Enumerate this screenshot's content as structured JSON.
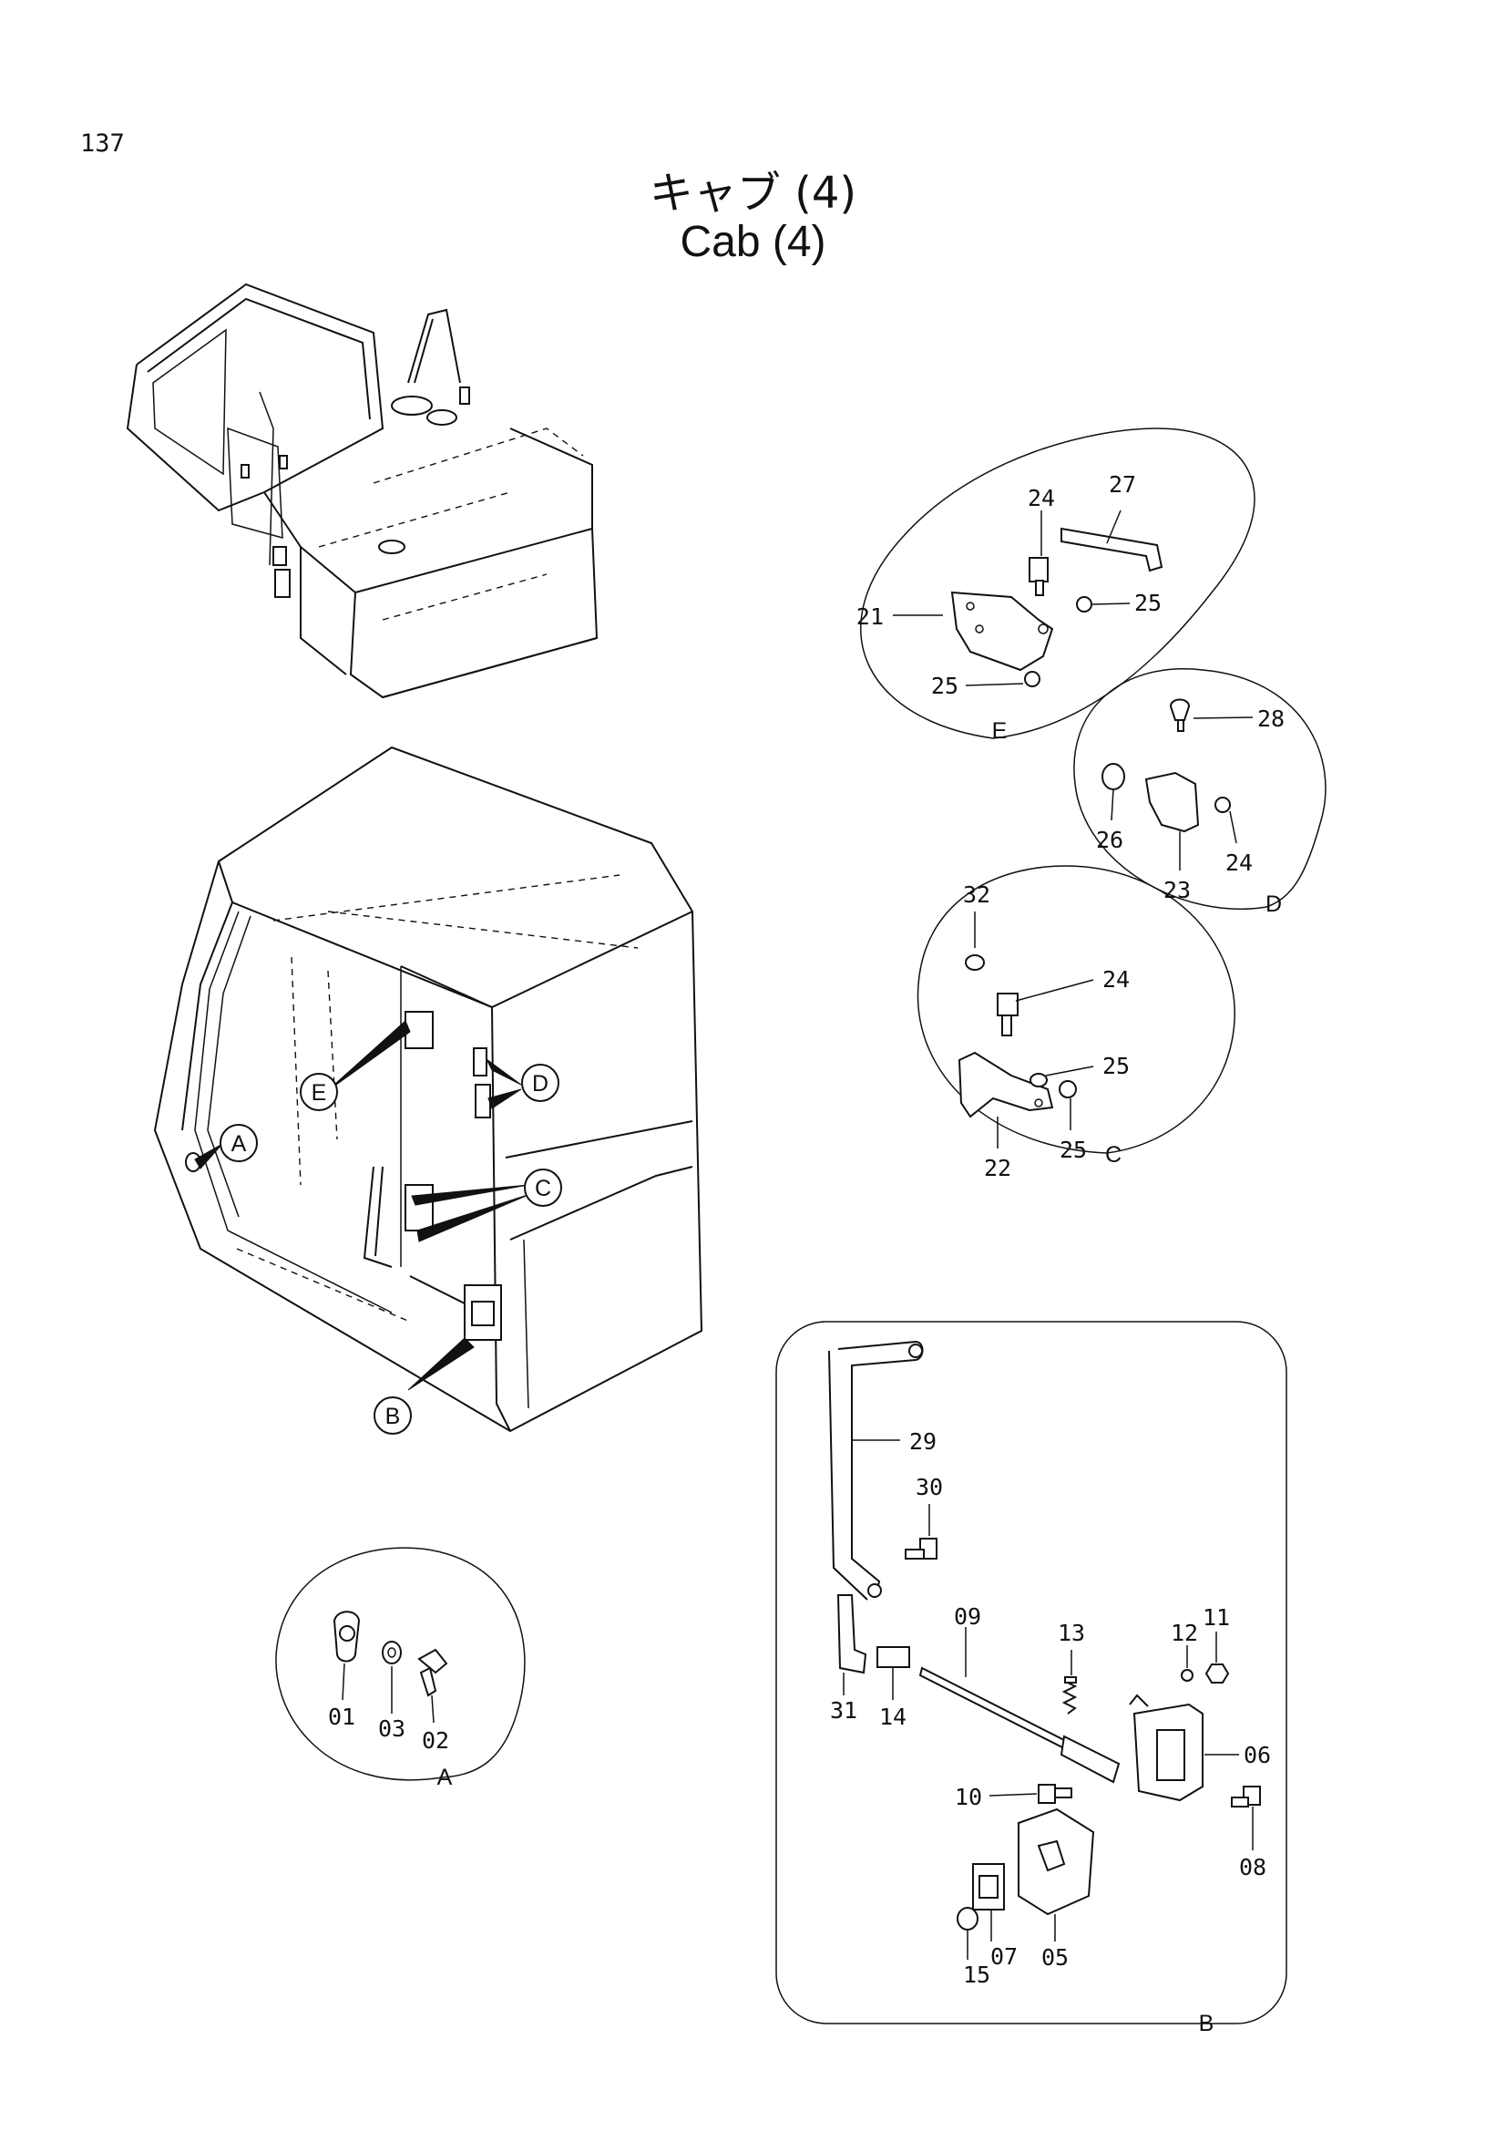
{
  "page_number": "137",
  "title_ja": "キャブ (4)",
  "title_en": "Cab (4)",
  "detail_views": {
    "A": {
      "label": "A",
      "parts": [
        "01",
        "03",
        "02"
      ]
    },
    "B": {
      "label": "B",
      "parts": [
        "29",
        "30",
        "31",
        "14",
        "09",
        "13",
        "12",
        "11",
        "06",
        "10",
        "08",
        "05",
        "07",
        "15"
      ]
    },
    "C": {
      "label": "C",
      "parts": [
        "32",
        "24",
        "25",
        "22",
        "25"
      ]
    },
    "D": {
      "label": "D",
      "parts": [
        "28",
        "26",
        "23",
        "24"
      ]
    },
    "E": {
      "label": "E",
      "parts": [
        "24",
        "27",
        "21",
        "25",
        "25"
      ]
    }
  },
  "callouts": [
    "A",
    "B",
    "C",
    "D",
    "E"
  ]
}
